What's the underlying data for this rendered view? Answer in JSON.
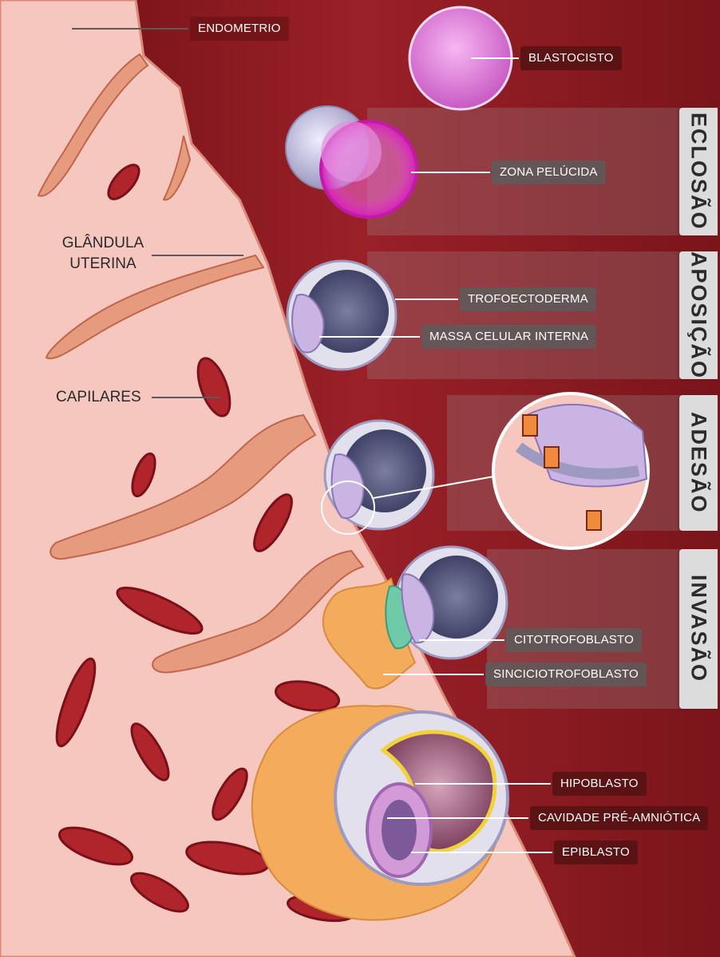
{
  "labels": {
    "endometrio": "ENDOMETRIO",
    "blastocisto": "BLASTOCISTO",
    "zona_pelucida": "ZONA PELÚCIDA",
    "glandula_line1": "GLÂNDULA",
    "glandula_line2": "UTERINA",
    "trofoectoderma": "TROFOECTODERMA",
    "massa_celular": "MASSA CELULAR INTERNA",
    "capilares": "CAPILARES",
    "citotrofoblasto": "CITOTROFOBLASTO",
    "sinciciotrofoblasto": "SINCICIOTROFOBLASTO",
    "hipoblasto": "HIPOBLASTO",
    "cavidade": "CAVIDADE PRÉ-AMNIÓTICA",
    "epiblasto": "EPIBLASTO"
  },
  "stages": {
    "eclosao": "ECLOSÃO",
    "aposicao": "APOSIÇÃO",
    "adesao": "ADESÃO",
    "invasao": "INVASÃO"
  },
  "colors": {
    "tissue": "#f6c7bf",
    "background": "#8e1c22",
    "capillary": "#b0242c",
    "blastocyst": "#cfcde0",
    "trophoblast": "#f3ac5c",
    "cytotrophoblast": "#6fcaa8"
  }
}
